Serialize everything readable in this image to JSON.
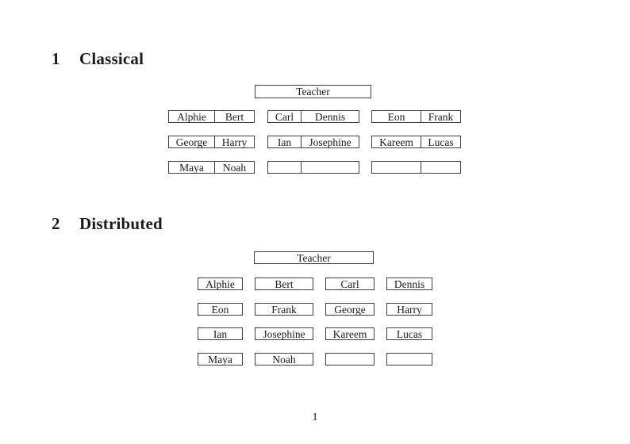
{
  "page": {
    "background": "#ffffff",
    "text_color": "#1b1b1b",
    "border_color": "#3f3f3f",
    "page_number": "1"
  },
  "sections": {
    "classical": {
      "number": "1",
      "title": "Classical",
      "teacher_label": "Teacher",
      "desks": [
        {
          "left": "Alphie",
          "right": "Bert"
        },
        {
          "left": "Carl",
          "right": "Dennis"
        },
        {
          "left": "Eon",
          "right": "Frank"
        },
        {
          "left": "George",
          "right": "Harry"
        },
        {
          "left": "Ian",
          "right": "Josephine"
        },
        {
          "left": "Kareem",
          "right": "Lucas"
        },
        {
          "left": "Maya",
          "right": "Noah"
        },
        {
          "left": "",
          "right": ""
        },
        {
          "left": "",
          "right": ""
        }
      ]
    },
    "distributed": {
      "number": "2",
      "title": "Distributed",
      "teacher_label": "Teacher",
      "desks": [
        "Alphie",
        "Bert",
        "Carl",
        "Dennis",
        "Eon",
        "Frank",
        "George",
        "Harry",
        "Ian",
        "Josephine",
        "Kareem",
        "Lucas",
        "Maya",
        "Noah",
        "",
        ""
      ]
    }
  }
}
